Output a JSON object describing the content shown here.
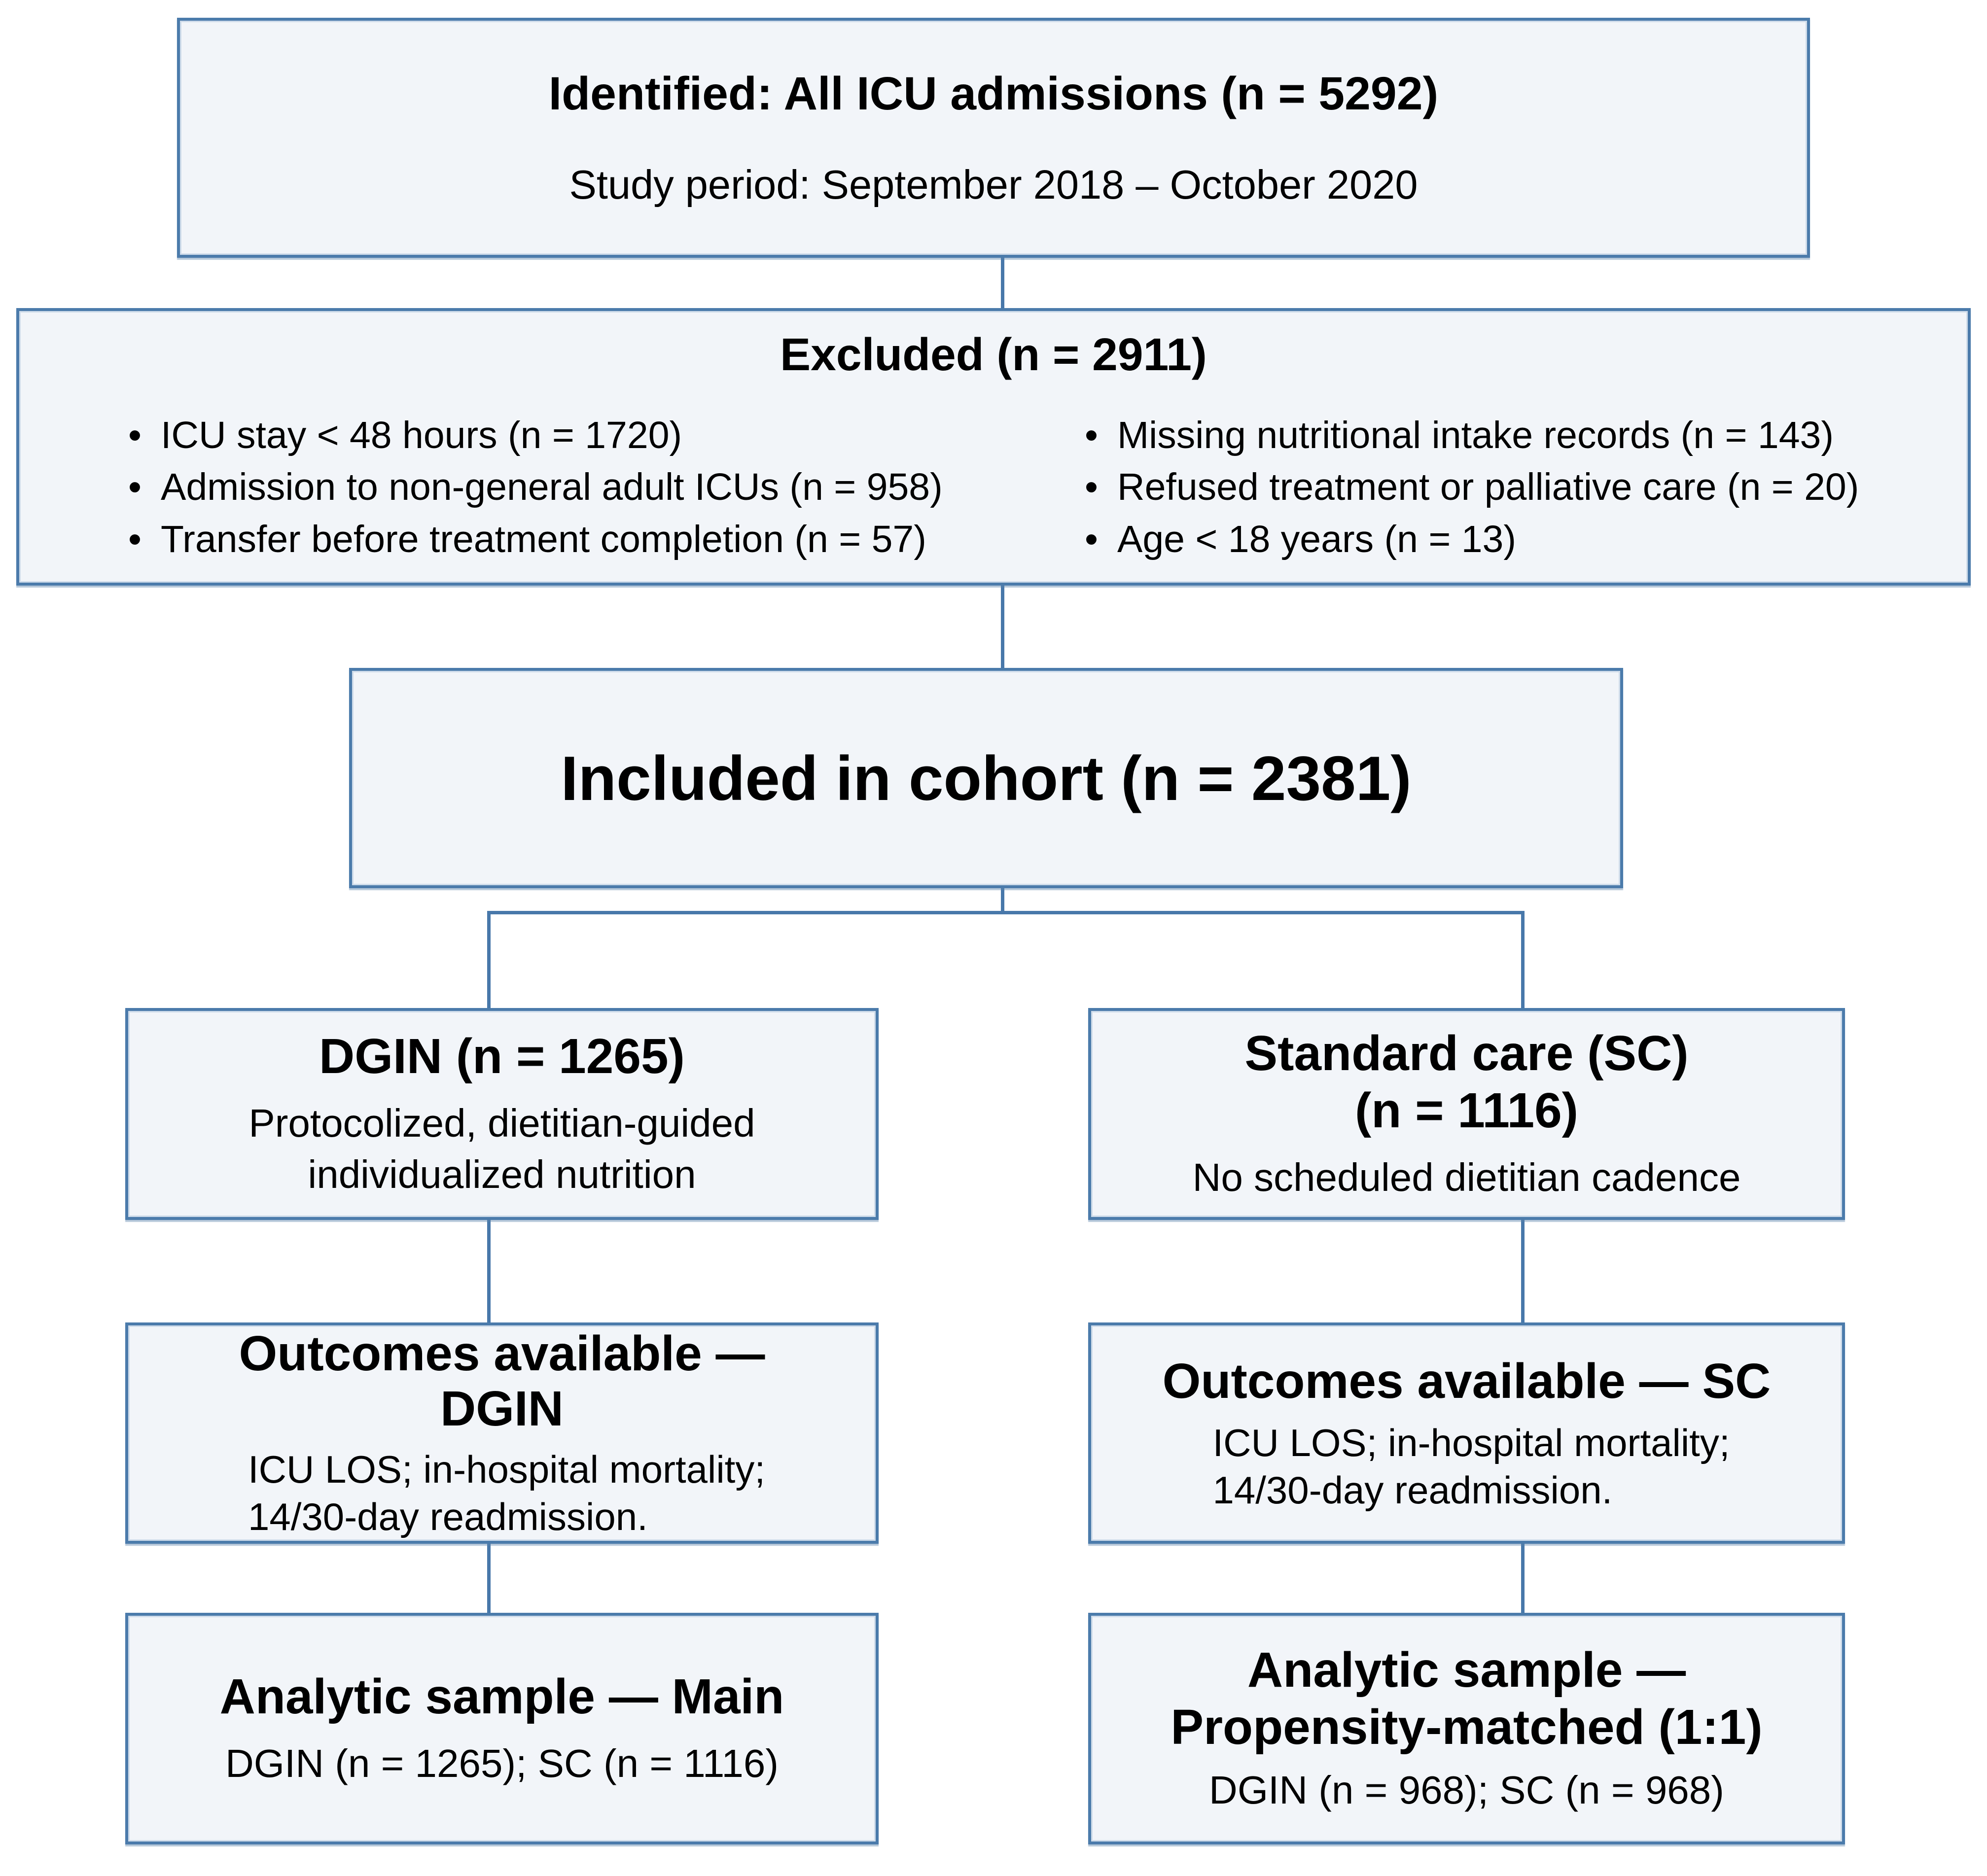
{
  "colors": {
    "box_border": "#4b7bab",
    "box_fill": "#f2f5f9",
    "connector": "#4878aa",
    "text": "#000000",
    "background": "#ffffff"
  },
  "flow": {
    "identified": {
      "title": "Identified: All ICU admissions (n = 5292)",
      "subtitle": "Study period: September 2018 – October 2020"
    },
    "excluded": {
      "title": "Excluded (n = 2911)",
      "bullets_left": [
        "ICU stay < 48 hours (n = 1720)",
        "Admission to non-general adult ICUs (n = 958)",
        "Transfer before treatment completion (n = 57)"
      ],
      "bullets_right": [
        "Missing nutritional intake records (n = 143)",
        "Refused treatment or palliative care (n = 20)",
        "Age < 18 years (n = 13)"
      ]
    },
    "included": {
      "title": "Included in cohort (n = 2381)"
    },
    "dgin": {
      "title": "DGIN (n = 1265)",
      "body": "Protocolized, dietitian-guided individualized nutrition"
    },
    "standard_care": {
      "title_line1": "Standard care (SC)",
      "title_line2": "(n = 1116)",
      "body": "No scheduled dietitian cadence"
    },
    "outcomes_dgin": {
      "title": "Outcomes available — DGIN",
      "body": "ICU LOS; in-hospital mortality; 14/30-day readmission."
    },
    "outcomes_sc": {
      "title": "Outcomes available — SC",
      "body": "ICU LOS; in-hospital mortality; 14/30-day readmission."
    },
    "analytic_main": {
      "title": "Analytic sample — Main",
      "body": "DGIN (n = 1265); SC (n = 1116)"
    },
    "analytic_matched": {
      "title": "Analytic sample — Propensity-matched (1:1)",
      "body": "DGIN (n = 968); SC (n = 968)"
    }
  }
}
